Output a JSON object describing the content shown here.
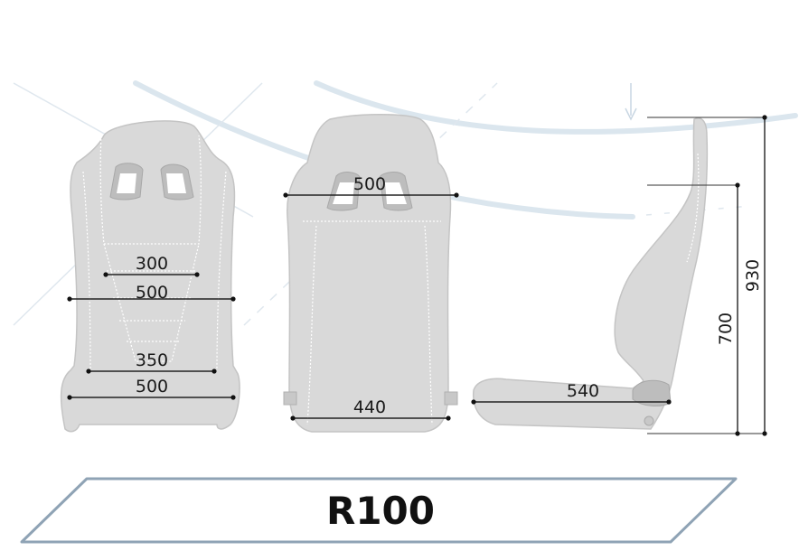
{
  "product": {
    "model": "R100"
  },
  "dimensions": {
    "front": {
      "shoulder_width": "300",
      "upper_width": "500",
      "hip_width": "350",
      "base_width": "500"
    },
    "back": {
      "top_width": "500",
      "base_width": "440"
    },
    "side": {
      "cushion_depth": "540",
      "shoulder_height": "700",
      "total_height": "930"
    }
  },
  "colors": {
    "seat_fill": "#d9d9d9",
    "dimension_line": "#222222",
    "banner_stroke": "#8fa3b5",
    "accent_curve": "#dbe6ee"
  }
}
